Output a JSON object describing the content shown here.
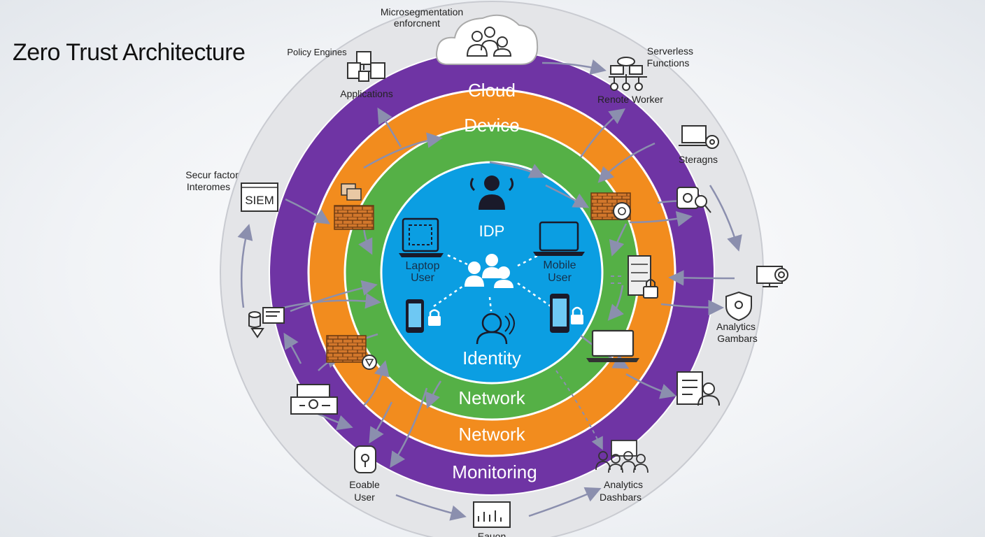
{
  "title": "Zero Trust Architecture",
  "rings": {
    "cloud": "Cloud",
    "device": "Device",
    "network_inner": "Network",
    "network_outer": "Network",
    "monitoring": "Monitoring"
  },
  "core": {
    "idp": "IDP",
    "laptop_user": [
      "Laptop",
      "User"
    ],
    "mobile_user": [
      "Mobile",
      "User"
    ],
    "identity": "Identity"
  },
  "outer_labels": {
    "microsegmentation": [
      "Microsegmentation",
      "enforcnent"
    ],
    "policy_engines": "Policy Engines",
    "applications": "Applications",
    "serverless": [
      "Serverless",
      "Functions"
    ],
    "remote_worker": "Renote Worker",
    "storage": "Steragns",
    "secur_factor": [
      "Secur factor",
      "Interomes"
    ],
    "siem": "SIEM",
    "analytics_right": [
      "Analytics",
      "Gambars"
    ],
    "analytics_bottom": [
      "Analytics",
      "Dashbars"
    ],
    "enable_user": [
      "Eoable",
      "User"
    ],
    "bottom_cut": "Eauon"
  },
  "colors": {
    "outer_ring": "#e4e5e8",
    "purple": "#6f34a4",
    "orange": "#f28c1e",
    "green": "#55b046",
    "blue": "#0b9ee2",
    "arrow": "#8b8fae",
    "firewall": "#d2772b"
  }
}
